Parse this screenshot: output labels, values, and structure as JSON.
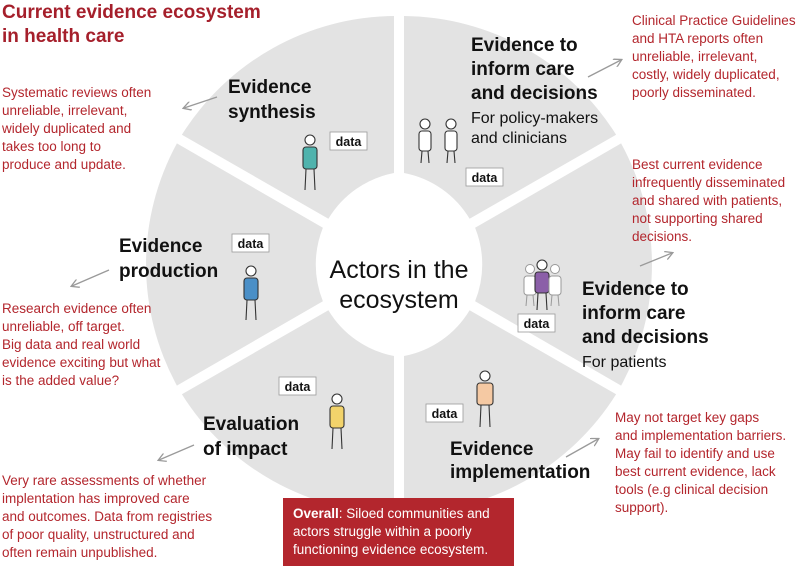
{
  "title_line1": "Current evidence ecosystem",
  "title_line2": "in health care",
  "center_line1": "Actors in the",
  "center_line2": "ecosystem",
  "data_label": "data",
  "segments": {
    "synthesis": {
      "line1": "Evidence",
      "line2": "synthesis"
    },
    "production": {
      "line1": "Evidence",
      "line2": "production"
    },
    "evaluation": {
      "line1": "Evaluation",
      "line2": "of impact"
    },
    "implementation": {
      "line1": "Evidence",
      "line2": "implementation"
    },
    "policy": {
      "line1": "Evidence to",
      "line2": "inform care",
      "line3": "and decisions",
      "sub1": "For policy-makers",
      "sub2": "and clinicians"
    },
    "patients": {
      "line1": "Evidence to",
      "line2": "inform care",
      "line3": "and decisions",
      "sub1": "For patients"
    }
  },
  "notes": {
    "synthesis": [
      "Systematic reviews often",
      "unreliable, irrelevant,",
      "widely duplicated and",
      "takes too long to",
      "produce and update."
    ],
    "production": [
      "Research evidence often",
      "unreliable, off target.",
      "Big data and real world",
      "evidence exciting but what",
      "is the added value?"
    ],
    "evaluation": [
      "Very rare assessments of whether",
      "implentation has improved care",
      "and outcomes. Data from registries",
      "of poor quality, unstructured and",
      "often remain unpublished."
    ],
    "guidelines": [
      "Clinical Practice Guidelines",
      "and HTA reports often",
      "unreliable, irrelevant,",
      "costly, widely duplicated,",
      "poorly disseminated."
    ],
    "patients": [
      "Best current evidence",
      "infrequently disseminated",
      "and shared with patients,",
      "not supporting shared",
      "decisions."
    ],
    "implementation": [
      "May not target key gaps",
      "and implementation barriers.",
      "May fail to identify and use",
      "best current evidence, lack",
      "tools (e.g clinical decision",
      "support)."
    ]
  },
  "overall": {
    "label": "Overall",
    "text": ": Siloed communities and actors struggle within a poorly functioning evidence ecosystem."
  },
  "colors": {
    "segment_fill": "#e3e3e3",
    "accent_red": "#b3262d",
    "arrow_gray": "#9a9a9a",
    "person_teal": "#4fb3ad",
    "person_blue": "#4a8fc7",
    "person_yellow": "#f2d36b",
    "person_peach": "#f5c9a3",
    "person_purple": "#8b5fa8"
  }
}
